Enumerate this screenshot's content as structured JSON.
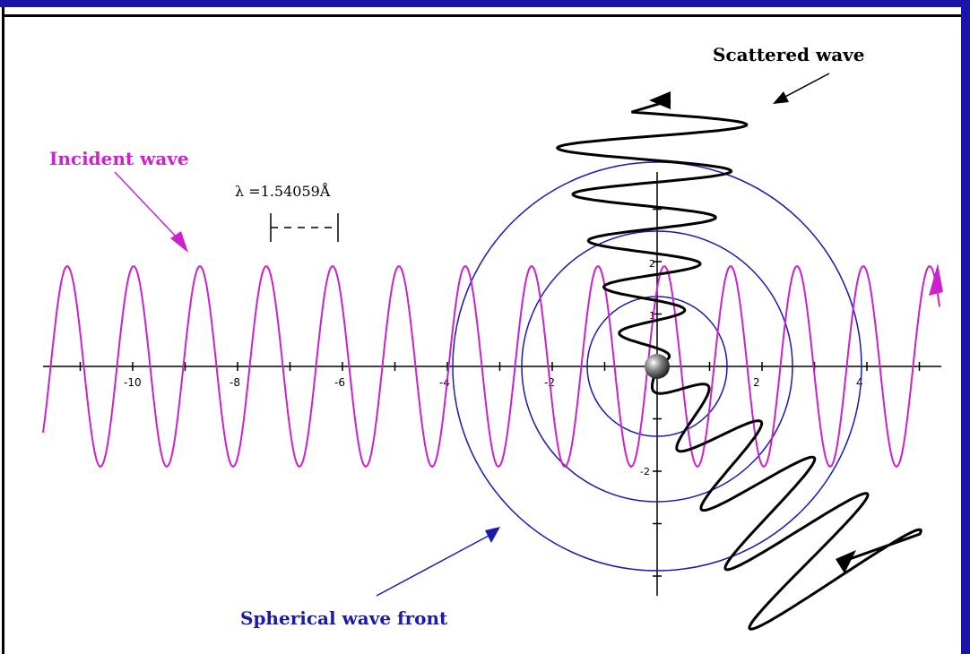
{
  "labels": {
    "scattered": "Scattered wave",
    "incident": "Incident wave",
    "wavelength": "λ =1.54059Å",
    "spherical": "Spherical wave front"
  },
  "axis": {
    "x_ticks": [
      "-10",
      "-8",
      "-6",
      "-4",
      "-2",
      "2",
      "4"
    ],
    "y_ticks": [
      "2",
      "1",
      "-2"
    ]
  },
  "colors": {
    "frame": "#1a14a8",
    "incident": "#cc22cc",
    "circles": "#1a1ab0",
    "scattered": "#000000",
    "annotation_scattered": "#000000",
    "annotation_incident": "#cc22cc",
    "annotation_spherical": "#1a1ab0"
  }
}
